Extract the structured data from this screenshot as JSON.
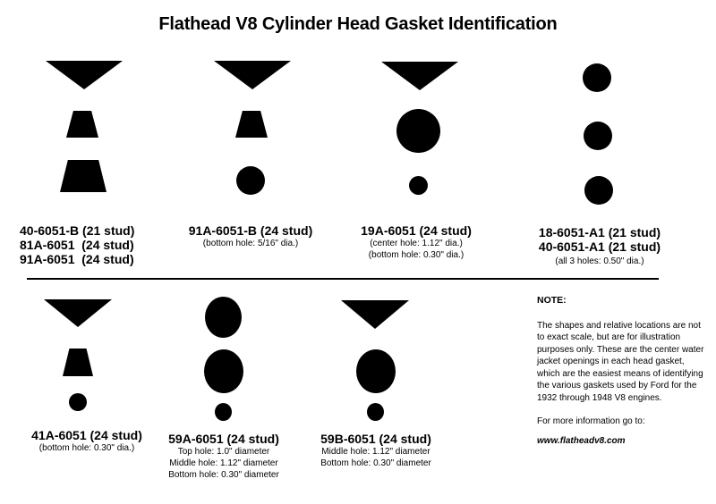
{
  "title": "Flathead V8 Cylinder Head Gasket Identification",
  "gaskets": [
    {
      "part_numbers": [
        "40-6051-B (21 stud)",
        "81A-6051  (24 stud)",
        "91A-6051  (24 stud)"
      ],
      "notes": [],
      "openings": [
        "triangle",
        "small-trapezoid",
        "large-trapezoid"
      ]
    },
    {
      "part_numbers": [
        "91A-6051-B (24 stud)"
      ],
      "notes": [
        "(bottom hole: 5/16\" dia.)"
      ],
      "openings": [
        "triangle",
        "small-trapezoid",
        "circle"
      ]
    },
    {
      "part_numbers": [
        "19A-6051 (24 stud)"
      ],
      "notes": [
        "(center hole: 1.12\" dia.)",
        "(bottom hole: 0.30\" dia.)"
      ],
      "openings": [
        "triangle",
        "large-circle",
        "small-circle"
      ]
    },
    {
      "part_numbers": [
        "18-6051-A1 (21 stud)",
        "40-6051-A1 (21 stud)"
      ],
      "notes": [
        "(all 3 holes: 0.50\" dia.)"
      ],
      "openings": [
        "circle",
        "circle",
        "circle"
      ]
    },
    {
      "part_numbers": [
        "41A-6051 (24 stud)"
      ],
      "notes": [
        "(bottom hole: 0.30\" dia.)"
      ],
      "openings": [
        "triangle",
        "small-trapezoid",
        "small-circle"
      ]
    },
    {
      "part_numbers": [
        "59A-6051 (24 stud)"
      ],
      "notes": [
        "Top hole: 1.0\" diameter",
        "Middle hole: 1.12\" diameter",
        "Bottom hole: 0.30\" diameter"
      ],
      "openings": [
        "large-circle",
        "large-circle",
        "small-circle"
      ]
    },
    {
      "part_numbers": [
        "59B-6051 (24 stud)"
      ],
      "notes": [
        "Middle hole: 1.12\" diameter",
        "Bottom hole: 0.30\" diameter"
      ],
      "openings": [
        "triangle",
        "large-circle",
        "small-circle"
      ]
    }
  ],
  "note": {
    "title": "NOTE:",
    "body": "The shapes and relative locations are not to exact scale, but are for illustration purposes only.  These are the center water jacket openings in each head gasket, which are the easiest means of identifying the various gaskets used by Ford for the 1932 through 1948 V8 engines.",
    "more_info": "For more information go to:",
    "link": "www.flatheadv8.com"
  }
}
